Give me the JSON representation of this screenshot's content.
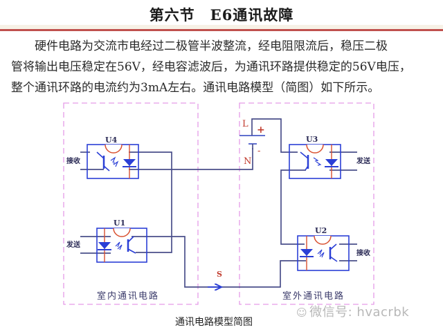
{
  "header": {
    "title": "第六节　E6通讯故障"
  },
  "paragraph": {
    "lines": [
      "硬件电路为交流市电经过二极管半波整流，经电阻限流后，稳压二极",
      "管将输出电压稳定在56V，经电容滤波后，为通讯环路提供稳定的56V电压，",
      "整个通讯环路的电流约为3mA左右。通讯电路模型（简图）如下所示。"
    ]
  },
  "diagram": {
    "indoor": {
      "label": "室内通讯电路",
      "receiver": {
        "id": "U4",
        "signal_label": "接收"
      },
      "sender": {
        "id": "U1",
        "signal_label": "发送"
      }
    },
    "outdoor": {
      "label": "室外通讯电路",
      "sender": {
        "id": "U3",
        "signal_label": "发送"
      },
      "receiver": {
        "id": "U2",
        "signal_label": "接收"
      }
    },
    "power": {
      "line_label": "L",
      "neutral_label": "N",
      "plus": "+",
      "minus": "-"
    },
    "signal_line_label": "S",
    "colors": {
      "wire": "#4a4f8a",
      "component": "#2b3fd6",
      "accent_red": "#d9502f",
      "dashed_box": "#e59be8",
      "text_red": "#c0392b"
    }
  },
  "caption": "通讯电路模型简图",
  "watermark": {
    "icon": "wechat-icon",
    "text": "微信号: hvacrbk"
  }
}
